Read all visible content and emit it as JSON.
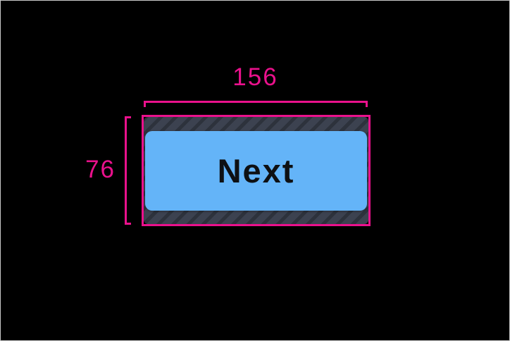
{
  "figure": {
    "width_label": "156",
    "height_label": "76"
  },
  "button": {
    "label": "Next"
  },
  "colors": {
    "background": "#000000",
    "frame_border": "#c9c9c9",
    "annotation_pink": "#ea118c",
    "button_blue": "#64b4f8",
    "button_text": "#0e1013",
    "hatch_base": "#3c4250",
    "hatch_stripe": "#2d323c"
  }
}
